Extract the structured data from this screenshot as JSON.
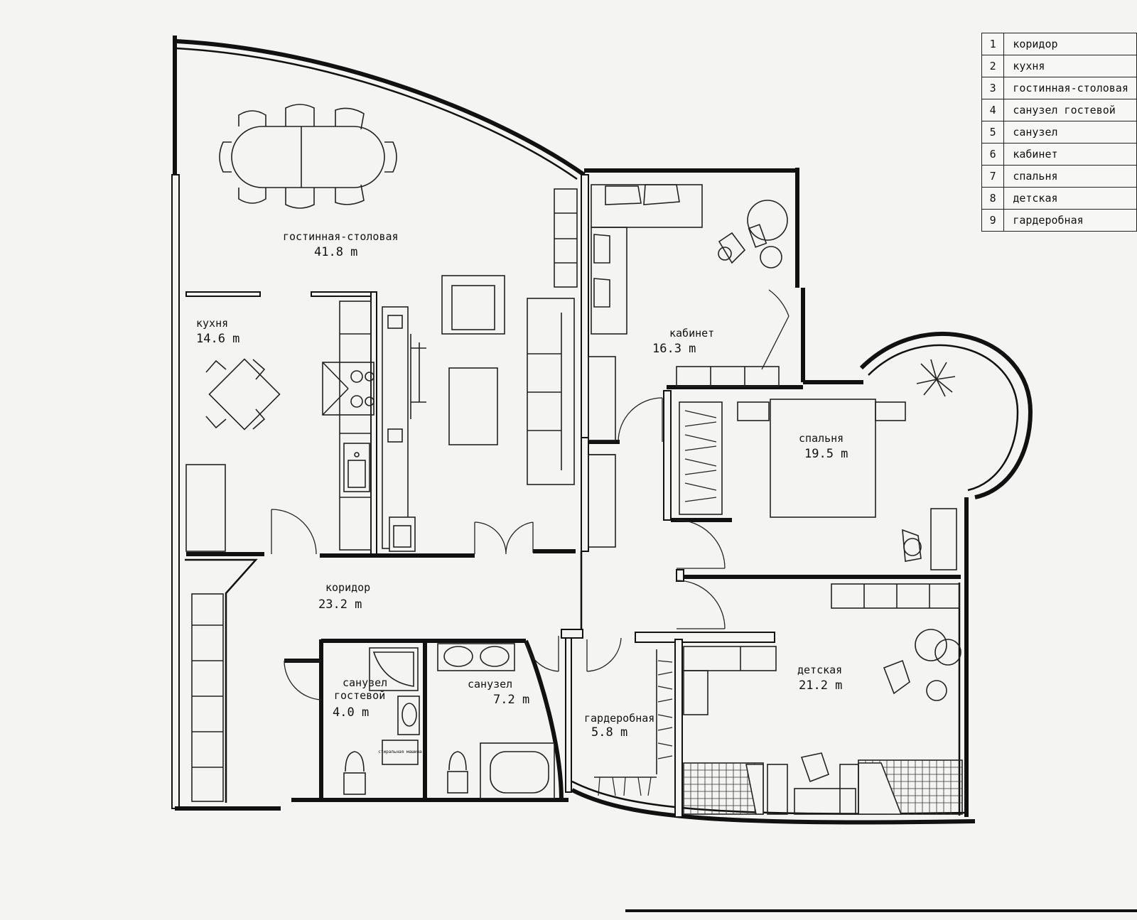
{
  "legend": [
    {
      "num": "1",
      "name": "коридор"
    },
    {
      "num": "2",
      "name": "кухня"
    },
    {
      "num": "3",
      "name": "гостинная-столовая"
    },
    {
      "num": "4",
      "name": "санузел гостевой"
    },
    {
      "num": "5",
      "name": "санузел"
    },
    {
      "num": "6",
      "name": "кабинет"
    },
    {
      "num": "7",
      "name": "спальня"
    },
    {
      "num": "8",
      "name": "детская"
    },
    {
      "num": "9",
      "name": "гардеробная"
    }
  ],
  "rooms": {
    "living": {
      "name": "гостинная-столовая",
      "area": "41.8 m"
    },
    "kitchen": {
      "name": "кухня",
      "area": "14.6 m"
    },
    "study": {
      "name": "кабинет",
      "area": "16.3 m"
    },
    "bedroom": {
      "name": "спальня",
      "area": "19.5 m"
    },
    "corridor": {
      "name": "коридор",
      "area": "23.2 m"
    },
    "guest_bath": {
      "name_1": "санузел",
      "name_2": "гостевой",
      "area": "4.0 m"
    },
    "bath": {
      "name": "санузел",
      "area": "7.2 m"
    },
    "wardrobe": {
      "name": "гардеробная",
      "area": "5.8 m"
    },
    "kids": {
      "name": "детская",
      "area": "21.2 m"
    }
  },
  "appliance_label": "стиральная машина"
}
